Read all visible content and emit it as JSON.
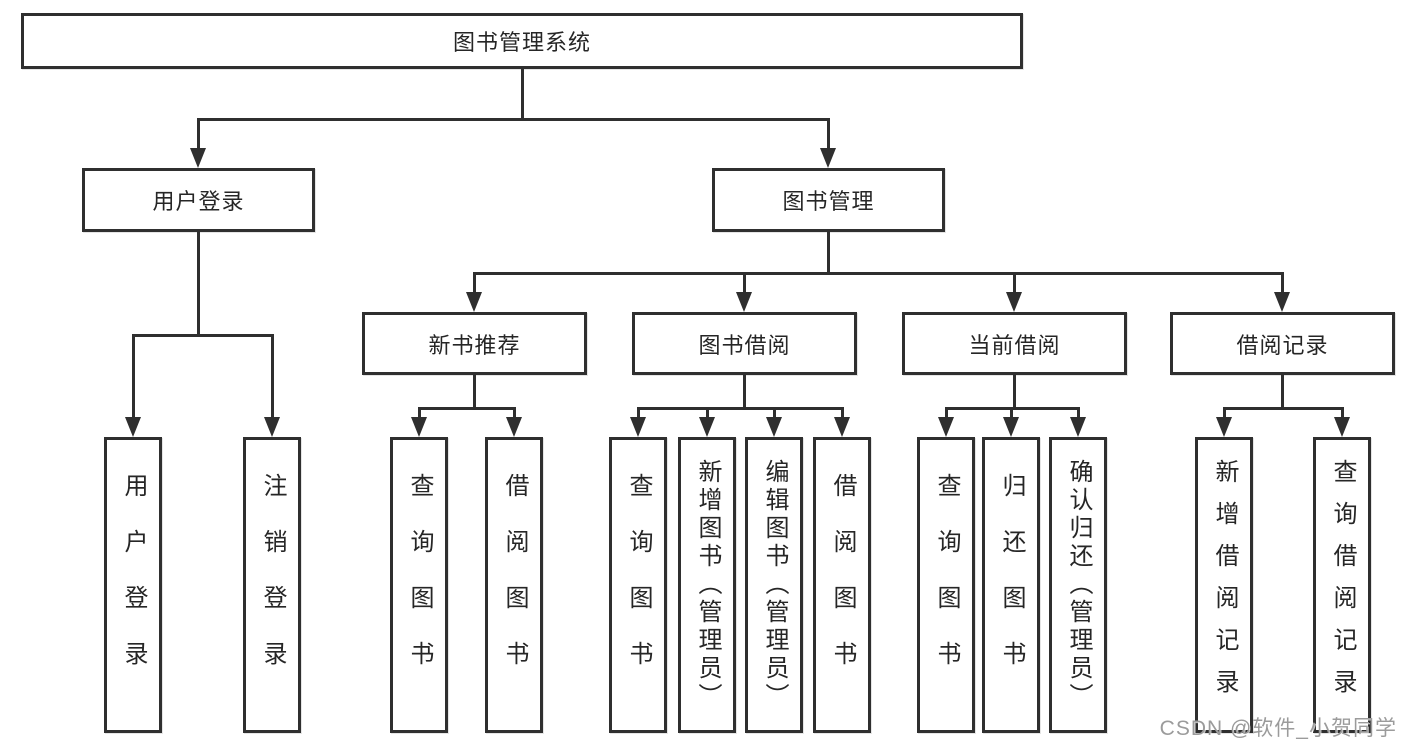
{
  "diagram_title": "图书管理系统",
  "tree": {
    "label": "图书管理系统",
    "children": [
      {
        "label": "用户登录",
        "children": [
          {
            "label": "用户登录"
          },
          {
            "label": "注销登录"
          }
        ]
      },
      {
        "label": "图书管理",
        "children": [
          {
            "label": "新书推荐",
            "children": [
              {
                "label": "查询图书"
              },
              {
                "label": "借阅图书"
              }
            ]
          },
          {
            "label": "图书借阅",
            "children": [
              {
                "label": "查询图书"
              },
              {
                "label": "新增图书（管理员）"
              },
              {
                "label": "编辑图书（管理员）"
              },
              {
                "label": "借阅图书"
              }
            ]
          },
          {
            "label": "当前借阅",
            "children": [
              {
                "label": "查询图书"
              },
              {
                "label": "归还图书"
              },
              {
                "label": "确认归还（管理员）"
              }
            ]
          },
          {
            "label": "借阅记录",
            "children": [
              {
                "label": "新增借阅记录"
              },
              {
                "label": "查询借阅记录"
              }
            ]
          }
        ]
      }
    ]
  },
  "watermark": {
    "text": "CSDN @软件_小贺同学"
  },
  "colors": {
    "line": "#2f2f2f",
    "text": "#262626",
    "background": "#ffffff",
    "watermark": "#9b9b9b"
  }
}
